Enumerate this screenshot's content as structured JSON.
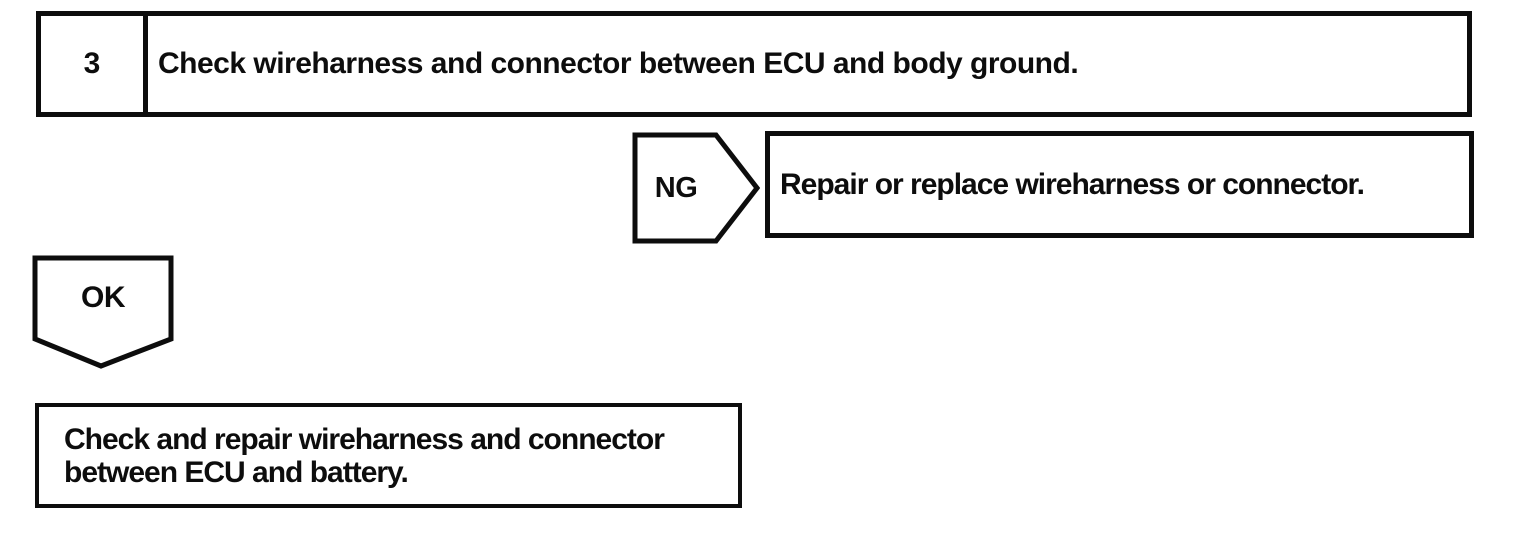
{
  "flowchart": {
    "step": {
      "number": "3",
      "instruction": "Check wireharness and connector between ECU and body ground."
    },
    "ng_branch": {
      "label": "NG",
      "action": "Repair or replace wireharness or connector."
    },
    "ok_branch": {
      "label": "OK",
      "action": "Check and repair wireharness and connector between ECU and battery.",
      "action_lines": [
        "Check and repair wireharness and connector",
        "between ECU and battery."
      ]
    },
    "colors": {
      "ink": "#0d0d0d",
      "background": "#ffffff"
    }
  }
}
